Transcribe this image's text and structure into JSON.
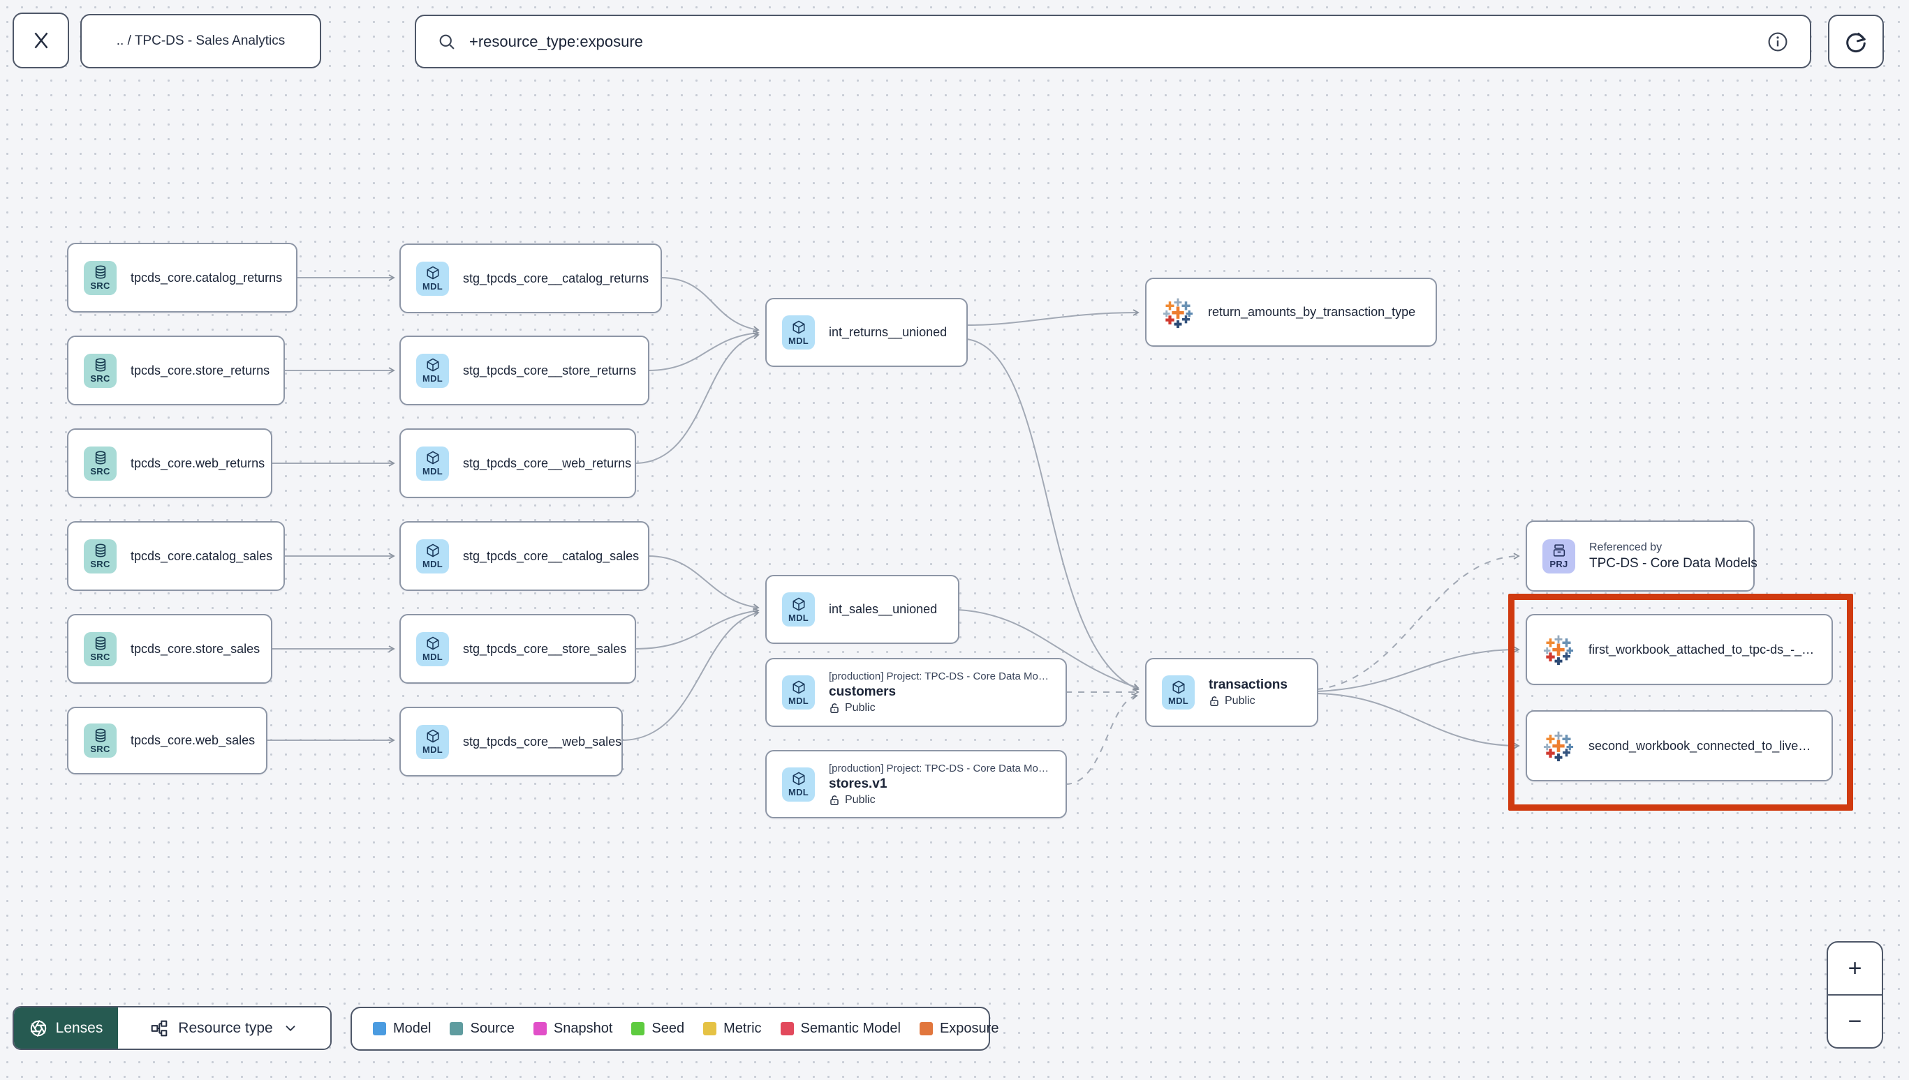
{
  "topbar": {
    "breadcrumb": ".. / TPC-DS - Sales Analytics",
    "search_value": "+resource_type:exposure"
  },
  "graph": {
    "sources": [
      {
        "badge": "SRC",
        "label": "tpcds_core.catalog_returns"
      },
      {
        "badge": "SRC",
        "label": "tpcds_core.store_returns"
      },
      {
        "badge": "SRC",
        "label": "tpcds_core.web_returns"
      },
      {
        "badge": "SRC",
        "label": "tpcds_core.catalog_sales"
      },
      {
        "badge": "SRC",
        "label": "tpcds_core.store_sales"
      },
      {
        "badge": "SRC",
        "label": "tpcds_core.web_sales"
      }
    ],
    "staging": [
      {
        "badge": "MDL",
        "label": "stg_tpcds_core__catalog_returns"
      },
      {
        "badge": "MDL",
        "label": "stg_tpcds_core__store_returns"
      },
      {
        "badge": "MDL",
        "label": "stg_tpcds_core__web_returns"
      },
      {
        "badge": "MDL",
        "label": "stg_tpcds_core__catalog_sales"
      },
      {
        "badge": "MDL",
        "label": "stg_tpcds_core__store_sales"
      },
      {
        "badge": "MDL",
        "label": "stg_tpcds_core__web_sales"
      }
    ],
    "int_returns": {
      "badge": "MDL",
      "label": "int_returns__unioned"
    },
    "int_sales": {
      "badge": "MDL",
      "label": "int_sales__unioned"
    },
    "customers": {
      "badge": "MDL",
      "project": "[production] Project: TPC-DS - Core Data Mo…",
      "label": "customers",
      "access": "Public"
    },
    "stores": {
      "badge": "MDL",
      "project": "[production] Project: TPC-DS - Core Data Mo…",
      "label": "stores.v1",
      "access": "Public"
    },
    "transactions": {
      "badge": "MDL",
      "label": "transactions",
      "access": "Public"
    },
    "exposure_returns": {
      "label": "return_amounts_by_transaction_type"
    },
    "referenced_by": {
      "badge": "PRJ",
      "title": "Referenced by",
      "label": "TPC-DS - Core Data Models"
    },
    "workbook_first": {
      "label": "first_workbook_attached_to_tpc-ds_-_…"
    },
    "workbook_second": {
      "label": "second_workbook_connected_to_live…"
    }
  },
  "controls": {
    "lenses_label": "Lenses",
    "resource_type_label": "Resource type",
    "zoom_in": "+",
    "zoom_out": "−"
  },
  "legend": {
    "items": [
      {
        "label": "Model",
        "color": "#4a9be0"
      },
      {
        "label": "Source",
        "color": "#5f9c9f"
      },
      {
        "label": "Snapshot",
        "color": "#e14fc8"
      },
      {
        "label": "Seed",
        "color": "#5ecb3f"
      },
      {
        "label": "Metric",
        "color": "#e5c244"
      },
      {
        "label": "Semantic Model",
        "color": "#e2495c"
      },
      {
        "label": "Exposure",
        "color": "#e1763d"
      }
    ]
  },
  "highlight_color": "#d03a10"
}
